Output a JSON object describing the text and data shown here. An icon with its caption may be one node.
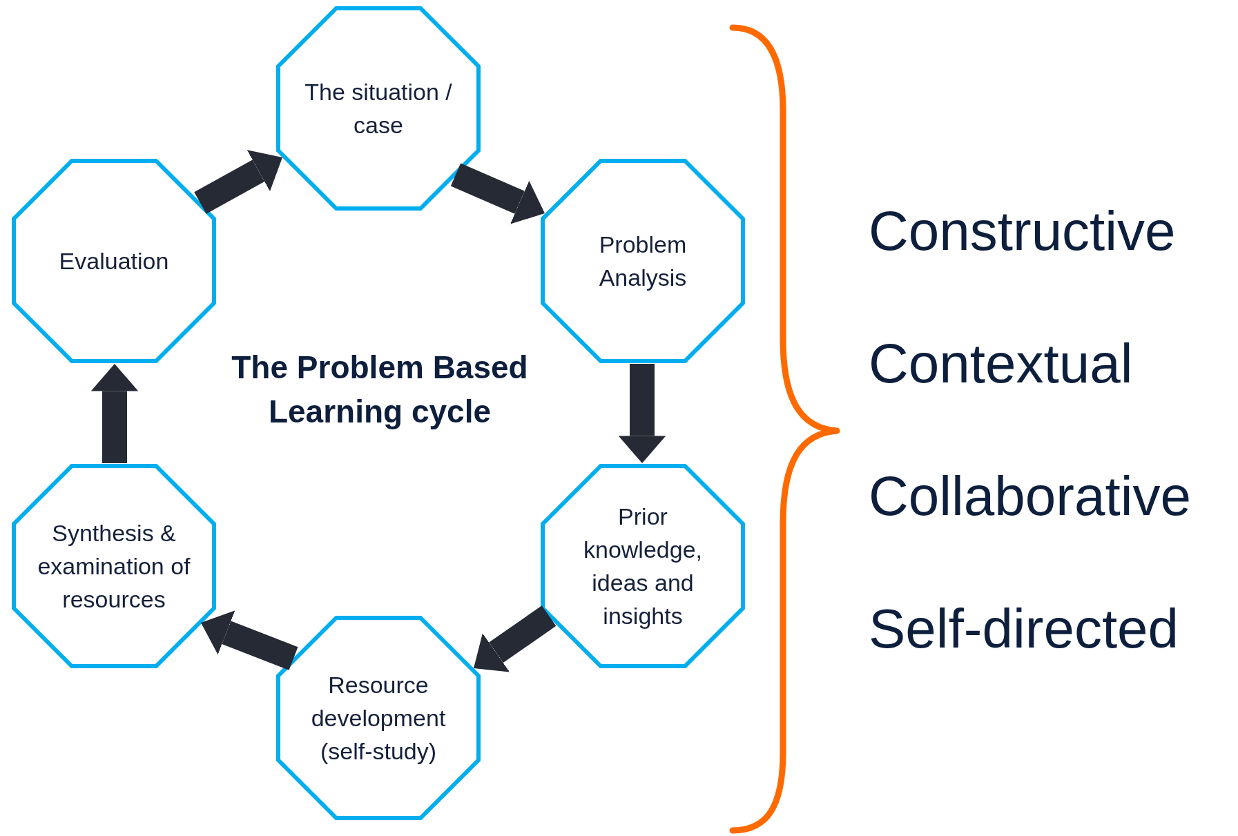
{
  "diagram": {
    "title": "The Problem Based Learning cycle",
    "nodes": [
      {
        "text": [
          "The situation / case"
        ]
      },
      {
        "text": [
          "Problem Analysis"
        ]
      },
      {
        "text": [
          "Prior knowledge, ideas and insights"
        ]
      },
      {
        "text": [
          "Resource development (self-study)"
        ]
      },
      {
        "text": [
          "Synthesis & examination of resources"
        ]
      },
      {
        "text": [
          "Evaluation"
        ]
      }
    ],
    "edges": [
      {
        "from": 0,
        "to": 1,
        "arrow": "to"
      },
      {
        "from": 1,
        "to": 2,
        "arrow": "to"
      },
      {
        "from": 2,
        "to": 3,
        "arrow": "to"
      },
      {
        "from": 3,
        "to": 4,
        "arrow": "to"
      },
      {
        "from": 4,
        "to": 5,
        "arrow": "to"
      },
      {
        "from": 5,
        "to": 0,
        "arrow": "to"
      }
    ],
    "labels": [
      "Constructive",
      "Contextual",
      "Collaborative",
      "Self-directed"
    ]
  }
}
